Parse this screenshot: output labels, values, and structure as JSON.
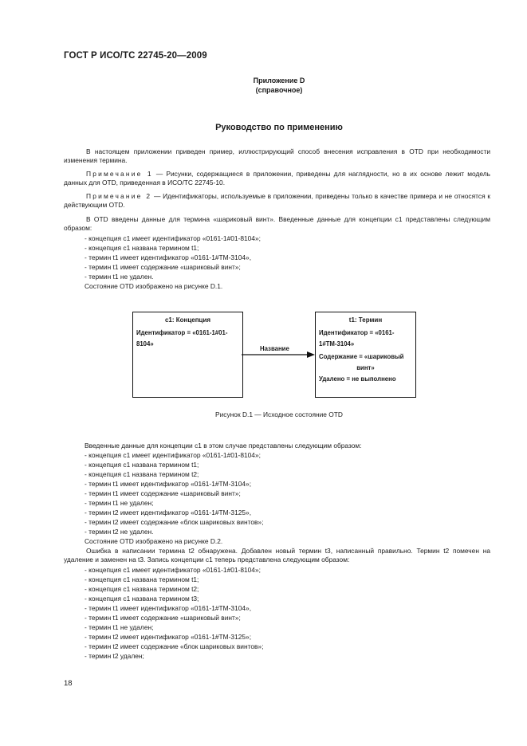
{
  "header": {
    "standard": "ГОСТ Р ИСО/ТС 22745-20—2009"
  },
  "appendix": {
    "title": "Приложение D",
    "type": "(справочное)"
  },
  "section_title": "Руководство по применению",
  "intro": {
    "p1": "В настоящем приложении приведен пример, иллюстрирующий способ внесения исправления в OTD при необходимости изменения термина.",
    "note1_label": "Примечание 1",
    "note1_text": " — Рисунки, содержащиеся в приложении, приведены для наглядности, но в их основе лежит модель данных для OTD, приведенная в ИСО/ТС 22745-10.",
    "note2_label": "Примечание 2",
    "note2_text": " — Идентификаторы, используемые в приложении, приведены только в качестве примера и не относятся к действующим OTD.",
    "p2": "В OTD введены данные для термина «шариковый винт». Введенные данные для концепции с1 представлены следующим образом:",
    "list": [
      "- концепция с1 имеет идентификатор «0161-1#01-8104»;",
      "- концепция с1 названа термином t1;",
      "- термин t1 имеет идентификатор «0161-1#TM-3104»,",
      "- термин t1 имеет содержание «шариковый винт»;",
      "- термин t1 не удален."
    ],
    "state": "Состояние OTD изображено на рисунке D.1."
  },
  "figure": {
    "concept_box": {
      "title": "c1: Концепция",
      "id_line1": "Идентификатор = «0161-1#01-",
      "id_line2": "8104»"
    },
    "connector_label": "Название",
    "term_box": {
      "title": "t1: Термин",
      "id_line1": "Идентификатор = «0161-",
      "id_line2": "1#TM-3104»",
      "content_line1": "Содержание = «шариковый",
      "content_line2": "винт»",
      "deleted": "Удалено = не выполнено"
    },
    "caption": "Рисунок D.1 — Исходное состояние OTD"
  },
  "section2": {
    "intro": "Введенные данные для концепции с1 в этом случае представлены следующим образом:",
    "list": [
      "- концепция с1 имеет идентификатор «0161-1#01-8104»;",
      "- концепция с1 названа термином t1;",
      "- концепция с1 названа термином t2;",
      "- термин t1 имеет идентификатор «0161-1#TM-3104»;",
      "- термин t1 имеет содержание «шариковый винт»;",
      "- термин t1 не удален;",
      "- термин t2 имеет идентификатор «0161-1#TM-3125»,",
      "- термин t2 имеет содержание «блок шариковых винтов»;",
      "- термин t2 не удален."
    ],
    "state": "Состояние OTD изображено на рисунке D.2.",
    "error_text": "Ошибка в написании термина t2 обнаружена. Добавлен новый термин t3, написанный правильно. Термин t2 помечен на удаление и заменен на t3. Запись концепции с1 теперь представлена следующим образом:",
    "list2": [
      "- концепция с1 имеет идентификатор «0161-1#01-8104»;",
      "- концепция с1 названа термином t1;",
      "- концепция с1 названа термином t2;",
      "- концепция с1 названа термином t3;",
      "- термин t1 имеет идентификатор «0161-1#TM-3104»,",
      "- термин t1 имеет содержание «шариковый винт»;",
      "- термин t1 не удален;",
      "- термин t2 имеет идентификатор «0161-1#TM-3125»;",
      "- термин t2 имеет содержание «блок шариковых винтов»;",
      "- термин t2 удален;"
    ]
  },
  "page_number": "18"
}
